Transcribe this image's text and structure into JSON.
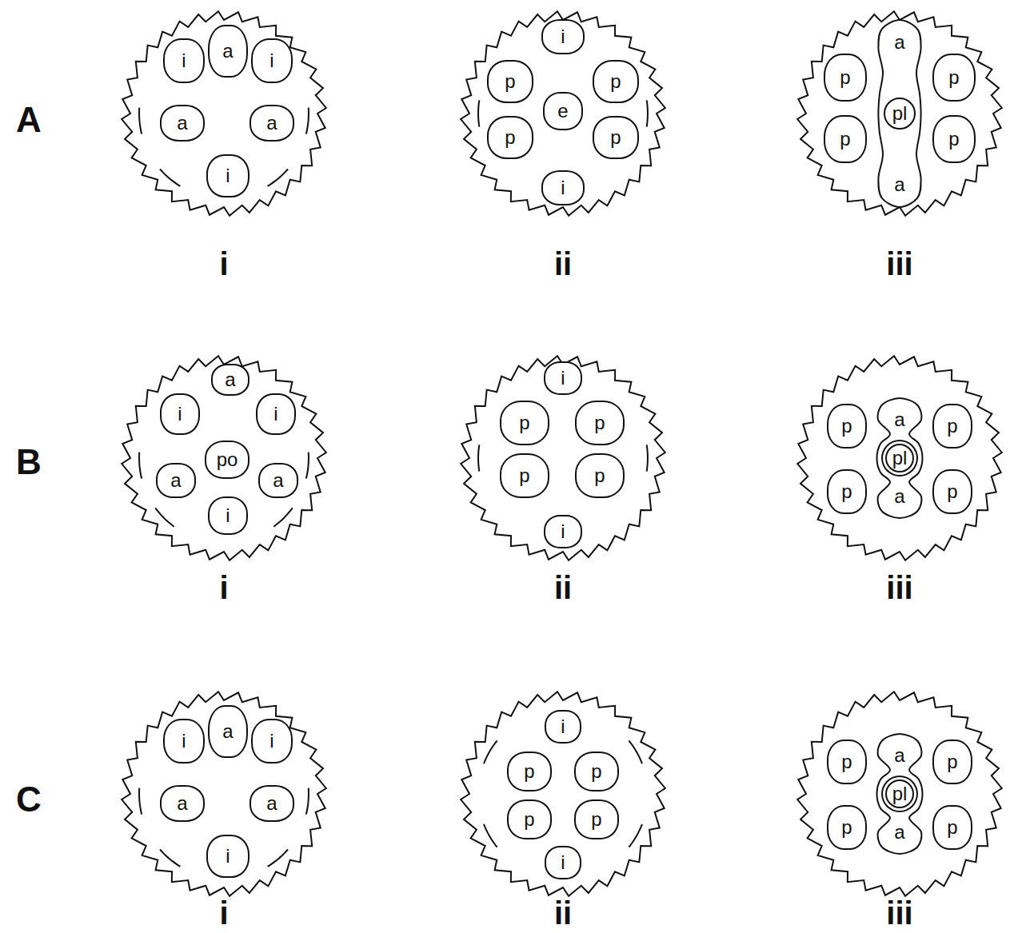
{
  "diagram": {
    "nodes": [
      {
        "text": [
          "i"
        ]
      },
      {
        "text": [
          "a"
        ]
      },
      {
        "text": [
          "i"
        ]
      },
      {
        "text": [
          "a"
        ]
      },
      {
        "text": [
          "a"
        ]
      },
      {
        "text": [
          "i"
        ]
      },
      {
        "text": [
          "i"
        ]
      },
      {
        "text": [
          "p"
        ]
      },
      {
        "text": [
          "p"
        ]
      },
      {
        "text": [
          "e"
        ]
      },
      {
        "text": [
          "p"
        ]
      },
      {
        "text": [
          "p"
        ]
      },
      {
        "text": [
          "i"
        ]
      },
      {
        "text": [
          "a",
          "a"
        ]
      },
      {
        "text": [
          "p"
        ]
      },
      {
        "text": [
          "p"
        ]
      },
      {
        "text": [
          "pl"
        ],
        "in": 13
      },
      {
        "text": [
          "p"
        ]
      },
      {
        "text": [
          "p"
        ]
      },
      {
        "text": [
          "a"
        ]
      },
      {
        "text": [
          "i"
        ]
      },
      {
        "text": [
          "i"
        ]
      },
      {
        "text": [
          "po"
        ]
      },
      {
        "text": [
          "a"
        ]
      },
      {
        "text": [
          "a"
        ]
      },
      {
        "text": [
          "i"
        ]
      },
      {
        "text": [
          "i"
        ]
      },
      {
        "text": [
          "p"
        ]
      },
      {
        "text": [
          "p"
        ]
      },
      {
        "text": [
          "p"
        ]
      },
      {
        "text": [
          "p"
        ]
      },
      {
        "text": [
          "i"
        ]
      },
      {
        "text": [
          "a",
          "a"
        ]
      },
      {
        "text": [
          "p"
        ]
      },
      {
        "text": [
          "p"
        ]
      },
      {
        "text": [
          "pl"
        ],
        "in": 32
      },
      {
        "text": [
          "p"
        ]
      },
      {
        "text": [
          "p"
        ]
      },
      {
        "text": [
          "i"
        ]
      },
      {
        "text": [
          "a"
        ]
      },
      {
        "text": [
          "i"
        ]
      },
      {
        "text": [
          "a"
        ]
      },
      {
        "text": [
          "a"
        ]
      },
      {
        "text": [
          "i"
        ]
      },
      {
        "text": [
          "i"
        ]
      },
      {
        "text": [
          "p"
        ]
      },
      {
        "text": [
          "p"
        ]
      },
      {
        "text": [
          "p"
        ]
      },
      {
        "text": [
          "p"
        ]
      },
      {
        "text": [
          "i"
        ]
      },
      {
        "text": [
          "a",
          "a"
        ]
      },
      {
        "text": [
          "p"
        ]
      },
      {
        "text": [
          "p"
        ]
      },
      {
        "text": [
          "pl"
        ],
        "in": 50
      },
      {
        "text": [
          "p"
        ]
      },
      {
        "text": [
          "p"
        ]
      }
    ],
    "labels": [
      "A",
      "i",
      "ii",
      "iii",
      "B",
      "i",
      "ii",
      "iii",
      "C",
      "i",
      "ii",
      "iii"
    ]
  }
}
